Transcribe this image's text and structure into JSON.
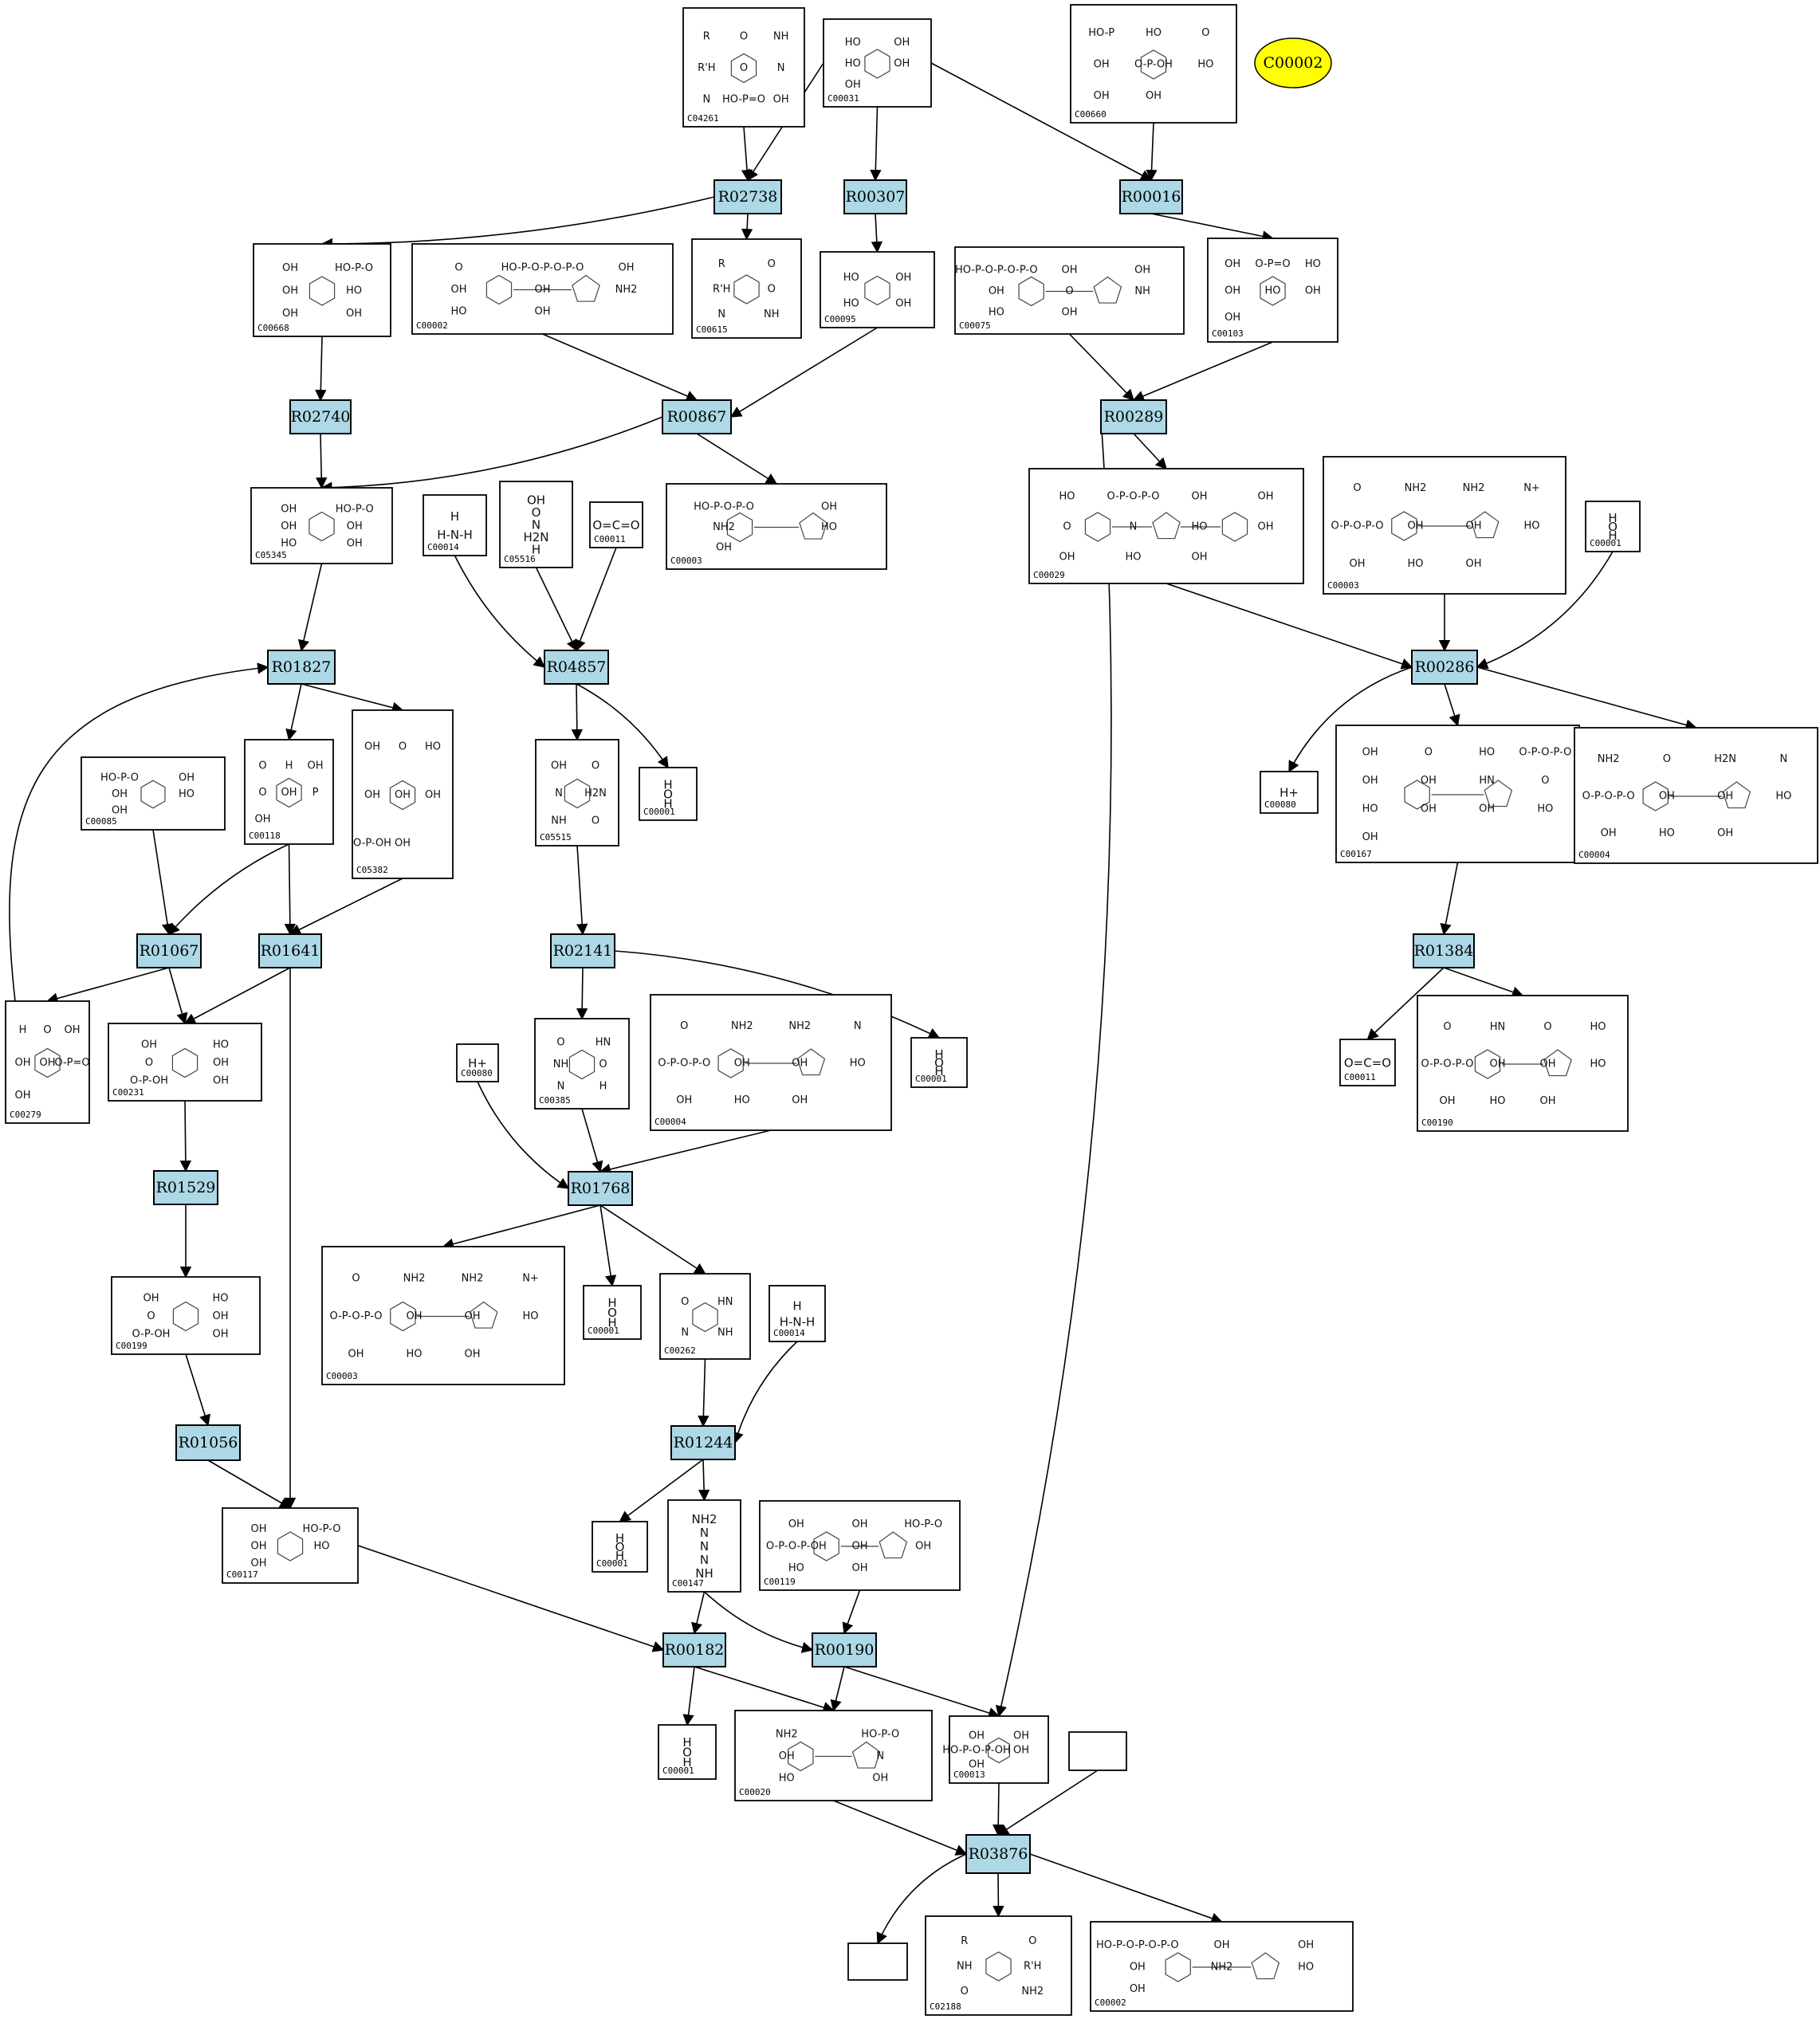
{
  "highlight": {
    "id": "C00002",
    "color": "#ffff00"
  },
  "reaction_color": "#add8e6",
  "reactions": [
    {
      "id": "R02738"
    },
    {
      "id": "R00307"
    },
    {
      "id": "R00016"
    },
    {
      "id": "R02740"
    },
    {
      "id": "R00867"
    },
    {
      "id": "R00289"
    },
    {
      "id": "R01827"
    },
    {
      "id": "R04857"
    },
    {
      "id": "R00286"
    },
    {
      "id": "R01067"
    },
    {
      "id": "R01641"
    },
    {
      "id": "R02141"
    },
    {
      "id": "R01384"
    },
    {
      "id": "R01529"
    },
    {
      "id": "R01768"
    },
    {
      "id": "R01056"
    },
    {
      "id": "R01244"
    },
    {
      "id": "R00182"
    },
    {
      "id": "R00190"
    },
    {
      "id": "R03876"
    }
  ],
  "compounds": [
    {
      "key": "c04261",
      "label": "C04261",
      "atoms": [
        "R",
        "O",
        "NH",
        "R'H",
        "O",
        "N",
        "N",
        "HO-P=O",
        "OH"
      ]
    },
    {
      "key": "c00031",
      "label": "C00031",
      "atoms": [
        "HO",
        "OH",
        "HO",
        "OH",
        "OH"
      ]
    },
    {
      "key": "c00660",
      "label": "C00660",
      "atoms": [
        "HO-P",
        "HO",
        "O",
        "OH",
        "O-P-OH",
        "HO",
        "OH",
        "OH"
      ]
    },
    {
      "key": "c00668",
      "label": "C00668",
      "atoms": [
        "OH",
        "HO-P-O",
        "OH",
        "HO",
        "OH",
        "OH"
      ]
    },
    {
      "key": "c00002a",
      "label": "C00002",
      "atoms": [
        "O",
        "HO-P-O-P-O-P-O",
        "OH",
        "OH",
        "OH",
        "NH2",
        "HO",
        "OH"
      ]
    },
    {
      "key": "c00615",
      "label": "C00615",
      "atoms": [
        "R",
        "O",
        "R'H",
        "O",
        "N",
        "NH"
      ]
    },
    {
      "key": "c00095",
      "label": "C00095",
      "atoms": [
        "HO",
        "OH",
        "HO",
        "OH"
      ]
    },
    {
      "key": "c00075",
      "label": "C00075",
      "atoms": [
        "HO-P-O-P-O-P-O",
        "OH",
        "OH",
        "OH",
        "O",
        "NH",
        "HO",
        "OH"
      ]
    },
    {
      "key": "c00103",
      "label": "C00103",
      "atoms": [
        "OH",
        "O-P=O",
        "HO",
        "OH",
        "HO",
        "OH",
        "OH"
      ]
    },
    {
      "key": "c05345",
      "label": "C05345",
      "atoms": [
        "OH",
        "HO-P-O",
        "OH",
        "OH",
        "HO",
        "OH"
      ]
    },
    {
      "key": "c00014a",
      "label": "C00014",
      "atoms": [
        "H",
        "H-N-H"
      ]
    },
    {
      "key": "c05516",
      "label": "C05516",
      "atoms": [
        "OH",
        "O",
        "N",
        "H2N",
        "H"
      ]
    },
    {
      "key": "c00011a",
      "label": "C00011",
      "atoms": [
        "O=C=O"
      ]
    },
    {
      "key": "c00003a",
      "label": "C00003",
      "atoms": [
        "HO-P-O-P-O",
        "OH",
        "NH2",
        "HO",
        "OH"
      ]
    },
    {
      "key": "c00029",
      "label": "C00029",
      "atoms": [
        "HO",
        "O-P-O-P-O",
        "OH",
        "OH",
        "O",
        "N",
        "HO",
        "OH",
        "OH",
        "HO",
        "OH"
      ]
    },
    {
      "key": "c00003b",
      "label": "C00003",
      "atoms": [
        "O",
        "NH2",
        "NH2",
        "N+",
        "O-P-O-P-O",
        "OH",
        "OH",
        "HO",
        "OH",
        "HO",
        "OH"
      ]
    },
    {
      "key": "c00001a",
      "label": "C00001",
      "atoms": [
        "H",
        "O",
        "H"
      ]
    },
    {
      "key": "c00085",
      "label": "C00085",
      "atoms": [
        "HO-P-O",
        "OH",
        "OH",
        "HO",
        "OH"
      ]
    },
    {
      "key": "c00118",
      "label": "C00118",
      "atoms": [
        "O",
        "H",
        "OH",
        "O",
        "OH",
        "P",
        "OH"
      ]
    },
    {
      "key": "c05382",
      "label": "C05382",
      "atoms": [
        "OH",
        "O",
        "HO",
        "OH",
        "OH",
        "OH",
        "O-P-OH",
        "OH"
      ]
    },
    {
      "key": "c05515",
      "label": "C05515",
      "atoms": [
        "OH",
        "O",
        "N",
        "H2N",
        "NH",
        "O"
      ]
    },
    {
      "key": "c00001b",
      "label": "C00001",
      "atoms": [
        "H",
        "O",
        "H"
      ]
    },
    {
      "key": "c00080a",
      "label": "C00080",
      "atoms": [
        "H+"
      ]
    },
    {
      "key": "c00167",
      "label": "C00167",
      "atoms": [
        "OH",
        "O",
        "HO",
        "O-P-O-P-O",
        "OH",
        "OH",
        "HN",
        "O",
        "HO",
        "OH",
        "OH",
        "HO",
        "OH"
      ]
    },
    {
      "key": "c00004a",
      "label": "C00004",
      "atoms": [
        "NH2",
        "O",
        "H2N",
        "N",
        "O-P-O-P-O",
        "OH",
        "OH",
        "HO",
        "OH",
        "HO",
        "OH"
      ]
    },
    {
      "key": "c00279",
      "label": "C00279",
      "atoms": [
        "H",
        "O",
        "OH",
        "OH",
        "OH",
        "O-P=O",
        "OH"
      ]
    },
    {
      "key": "c00231",
      "label": "C00231",
      "atoms": [
        "OH",
        "HO",
        "O",
        "OH",
        "O-P-OH",
        "OH"
      ]
    },
    {
      "key": "c00385",
      "label": "C00385",
      "atoms": [
        "O",
        "HN",
        "NH",
        "O",
        "N",
        "H"
      ]
    },
    {
      "key": "c00004b",
      "label": "C00004",
      "atoms": [
        "O",
        "NH2",
        "NH2",
        "N",
        "O-P-O-P-O",
        "OH",
        "OH",
        "HO",
        "OH",
        "HO",
        "OH"
      ]
    },
    {
      "key": "c00080b",
      "label": "C00080",
      "atoms": [
        "H+"
      ]
    },
    {
      "key": "c00001c",
      "label": "C00001",
      "atoms": [
        "H",
        "O",
        "H"
      ]
    },
    {
      "key": "c00011b",
      "label": "C00011",
      "atoms": [
        "O=C=O"
      ]
    },
    {
      "key": "c00190",
      "label": "C00190",
      "atoms": [
        "O",
        "HN",
        "O",
        "HO",
        "O-P-O-P-O",
        "OH",
        "OH",
        "HO",
        "OH",
        "HO",
        "OH"
      ]
    },
    {
      "key": "c00199",
      "label": "C00199",
      "atoms": [
        "OH",
        "HO",
        "O",
        "OH",
        "O-P-OH",
        "OH"
      ]
    },
    {
      "key": "c00003c",
      "label": "C00003",
      "atoms": [
        "O",
        "NH2",
        "NH2",
        "N+",
        "O-P-O-P-O",
        "OH",
        "OH",
        "HO",
        "OH",
        "HO",
        "OH"
      ]
    },
    {
      "key": "c00001d",
      "label": "C00001",
      "atoms": [
        "H",
        "O",
        "H"
      ]
    },
    {
      "key": "c00262",
      "label": "C00262",
      "atoms": [
        "O",
        "HN",
        "N",
        "NH"
      ]
    },
    {
      "key": "c00014b",
      "label": "C00014",
      "atoms": [
        "H",
        "H-N-H"
      ]
    },
    {
      "key": "c00117",
      "label": "C00117",
      "atoms": [
        "OH",
        "HO-P-O",
        "OH",
        "HO",
        "OH"
      ]
    },
    {
      "key": "c00001e",
      "label": "C00001",
      "atoms": [
        "H",
        "O",
        "H"
      ]
    },
    {
      "key": "c00147",
      "label": "C00147",
      "atoms": [
        "NH2",
        "N",
        "N",
        "N",
        "NH"
      ]
    },
    {
      "key": "c00119",
      "label": "C00119",
      "atoms": [
        "OH",
        "OH",
        "HO-P-O",
        "O-P-O-P-OH",
        "OH",
        "OH",
        "HO",
        "OH"
      ]
    },
    {
      "key": "c00001f",
      "label": "C00001",
      "atoms": [
        "H",
        "O",
        "H"
      ]
    },
    {
      "key": "c00020",
      "label": "C00020",
      "atoms": [
        "NH2",
        "HO-P-O",
        "OH",
        "N",
        "HO",
        "OH"
      ]
    },
    {
      "key": "c00013",
      "label": "C00013",
      "atoms": [
        "OH",
        "OH",
        "HO-P-O-P-OH",
        "OH",
        "OH"
      ]
    },
    {
      "key": "blank1",
      "label": "",
      "atoms": []
    },
    {
      "key": "blank2",
      "label": "",
      "atoms": []
    },
    {
      "key": "c02188",
      "label": "C02188",
      "atoms": [
        "R",
        "O",
        "NH",
        "R'H",
        "O",
        "NH2"
      ]
    },
    {
      "key": "c00002b",
      "label": "C00002",
      "atoms": [
        "HO-P-O-P-O-P-O",
        "OH",
        "OH",
        "OH",
        "NH2",
        "HO",
        "OH"
      ]
    }
  ]
}
